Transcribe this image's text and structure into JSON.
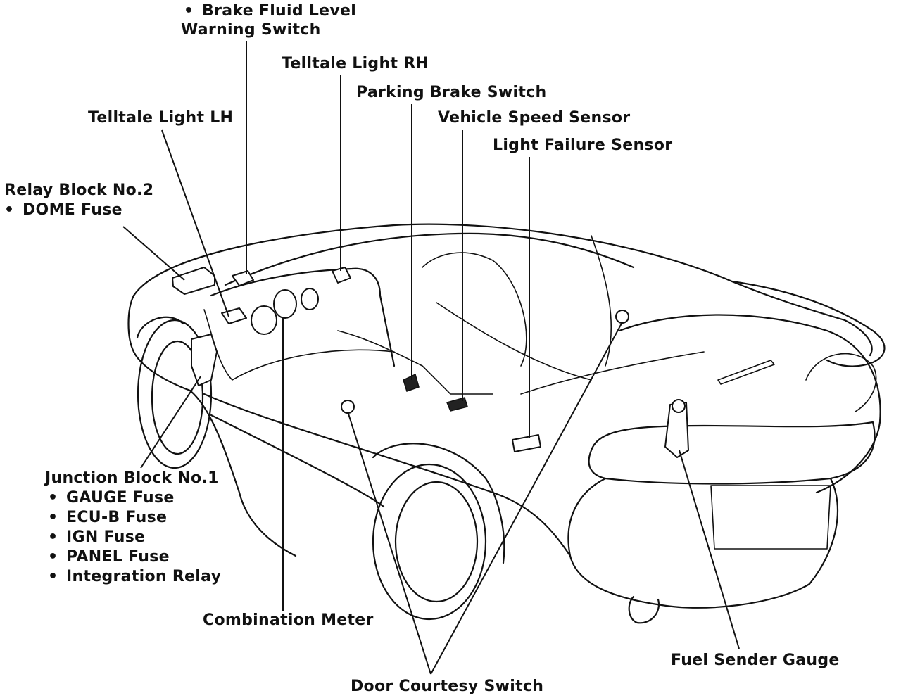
{
  "diagram": {
    "labels": {
      "brake_fluid_line1": "Brake Fluid Level",
      "brake_fluid_line2": "Warning Switch",
      "telltale_rh": "Telltale Light RH",
      "parking_brake": "Parking Brake Switch",
      "vehicle_speed": "Vehicle Speed Sensor",
      "light_failure": "Light Failure Sensor",
      "telltale_lh": "Telltale Light LH",
      "relay_block": "Relay Block No.2",
      "relay_items": [
        "DOME Fuse"
      ],
      "junction_block": "Junction Block No.1",
      "junction_items": [
        "GAUGE Fuse",
        "ECU-B Fuse",
        "IGN Fuse",
        "PANEL Fuse",
        "Integration Relay"
      ],
      "combination_meter": "Combination Meter",
      "fuel_sender": "Fuel Sender Gauge",
      "door_courtesy": "Door Courtesy Switch"
    }
  }
}
